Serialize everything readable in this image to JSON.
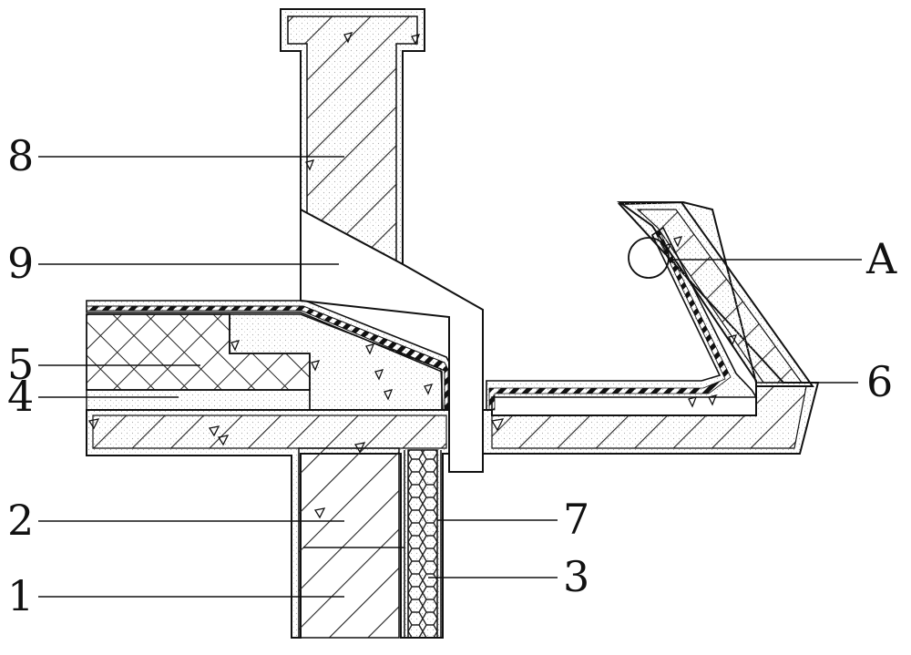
{
  "figure": {
    "labels": {
      "left": [
        "8",
        "9",
        "5",
        "4",
        "2",
        "1"
      ],
      "right": [
        "A",
        "6",
        "7",
        "3"
      ]
    }
  },
  "colors": {
    "line": "#111111",
    "background": "#ffffff",
    "hatch": "#222222",
    "concrete_fill": "#ffffff",
    "sand_dots": "#bbbbbb"
  }
}
